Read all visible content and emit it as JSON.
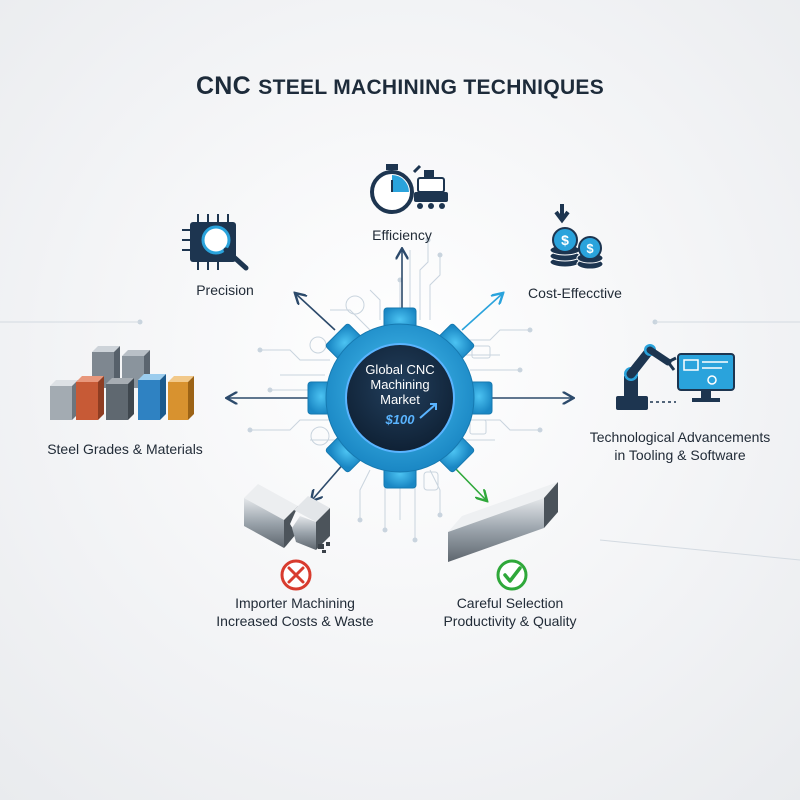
{
  "title": {
    "prefix": "CNC",
    "rest": "STEEL MACHINING TECHNIQUES"
  },
  "hub": {
    "line1": "Global CNC",
    "line2": "Machining",
    "line3": "Market",
    "value": "$100"
  },
  "nodes": {
    "efficiency": "Efficiency",
    "precision": "Precision",
    "cost_effective": "Cost-Effecctive",
    "steel_grades": "Steel Grades & Materials",
    "tech_line1": "Technological Advancements",
    "tech_line2": "in Tooling & Software",
    "improper_line1": "Importer Machining",
    "improper_line2": "Increased Costs & Waste",
    "careful_line1": "Careful Selection",
    "careful_line2": "Productivity & Quality"
  },
  "icons": [
    "stopwatch-icon",
    "machine-icon",
    "chip-magnifier-icon",
    "coins-icon",
    "steel-blocks-icon",
    "robot-arm-icon",
    "monitor-icon",
    "broken-bar-icon",
    "steel-bar-icon",
    "cross-circle-icon",
    "check-circle-icon",
    "gear-icon"
  ],
  "colors": {
    "accent_blue": "#2aa3dc",
    "dark_navy": "#1d3550",
    "red": "#d83b2e",
    "green": "#2fa83a"
  }
}
